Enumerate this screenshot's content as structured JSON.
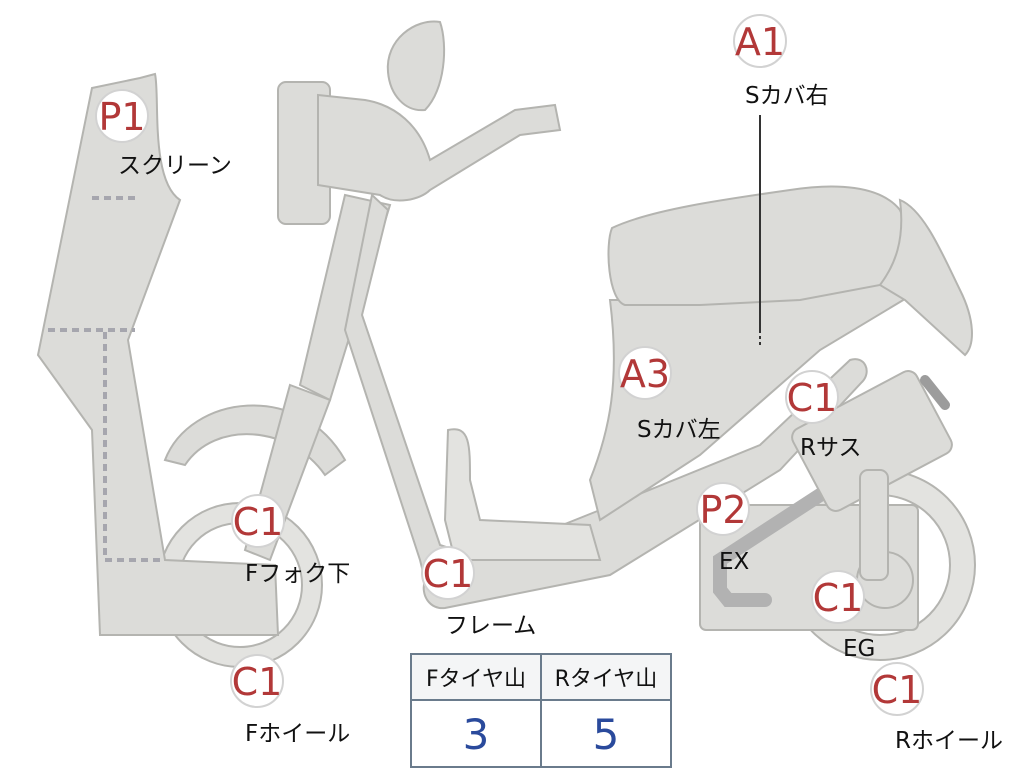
{
  "inspection": [
    {
      "id": "screen",
      "grade": "P1",
      "part": "スクリーン"
    },
    {
      "id": "s-cover-right",
      "grade": "A1",
      "part": "Sカバ右"
    },
    {
      "id": "s-cover-left",
      "grade": "A3",
      "part": "Sカバ左"
    },
    {
      "id": "rear-suspension",
      "grade": "C1",
      "part": "Rサス"
    },
    {
      "id": "exhaust",
      "grade": "P2",
      "part": "EX"
    },
    {
      "id": "front-fork-lower",
      "grade": "C1",
      "part": "Fフォク下"
    },
    {
      "id": "frame",
      "grade": "C1",
      "part": "フレーム"
    },
    {
      "id": "engine",
      "grade": "C1",
      "part": "EG"
    },
    {
      "id": "front-wheel",
      "grade": "C1",
      "part": "Fホイール"
    },
    {
      "id": "rear-wheel",
      "grade": "C1",
      "part": "Rホイール"
    }
  ],
  "tire_table": {
    "headers": [
      "Fタイヤ山",
      "Rタイヤ山"
    ],
    "values": [
      "3",
      "5"
    ]
  },
  "colors": {
    "grade": "#b23838",
    "tire_value": "#2a4a9c",
    "part_fill": "#dcdcd9",
    "table_border": "#6a7b8c"
  }
}
